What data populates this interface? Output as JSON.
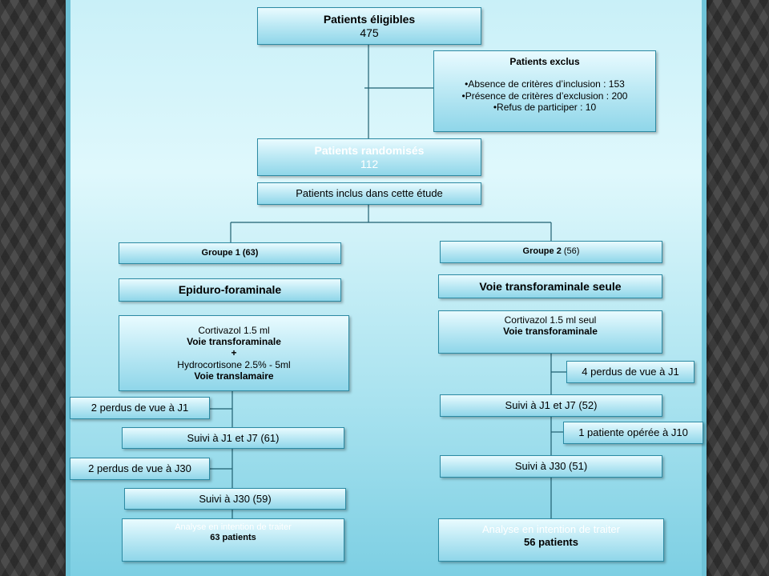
{
  "eligible": {
    "title": "Patients éligibles",
    "count": "475"
  },
  "excluded": {
    "title": "Patients exclus",
    "items": [
      "•Absence de critères d’inclusion : 153",
      "•Présence de critères d’exclusion : 200",
      "•Refus de participer : 10"
    ]
  },
  "randomized": {
    "title": "Patients randomisés",
    "count": "112"
  },
  "included": "Patients inclus dans cette étude",
  "group1": {
    "label": "Groupe",
    "number": "1 (63)",
    "route": "Epiduro-foraminale",
    "treatment": {
      "line1": "Cortivazol 1.5 ml",
      "line2": "Voie transforaminale",
      "plus": "+",
      "line3": "Hydrocortisone 2.5% - 5ml",
      "line4": "Voie translamaire"
    },
    "lost_j1": "2 perdus de vue à J1",
    "followup_j1_j7": "Suivi à J1 et J7 (61)",
    "lost_j30": "2 perdus de vue à J30",
    "followup_j30": "Suivi à J30 (59)",
    "analysis": {
      "title": "Analyse en intention de traiter",
      "count": "63 patients"
    }
  },
  "group2": {
    "label": "Groupe 2",
    "number": "(56)",
    "route": "Voie transforaminale seule",
    "treatment": {
      "line1": "Cortivazol  1.5 ml seul",
      "line2": "Voie transforaminale"
    },
    "lost_j1": "4 perdus de vue à J1",
    "followup_j1_j7": "Suivi à J1 et J7 (52)",
    "operated_j10": "1 patiente opérée à J10",
    "followup_j30": "Suivi à J30 (51)",
    "analysis": {
      "title": "Analyse en intention de traiter",
      "count": "56 patients"
    }
  },
  "colors": {
    "box_border": "#2c8aa3",
    "connector": "#1f5f70",
    "slide_top": "#c9f0f8",
    "slide_bottom": "#7dcfe3"
  }
}
